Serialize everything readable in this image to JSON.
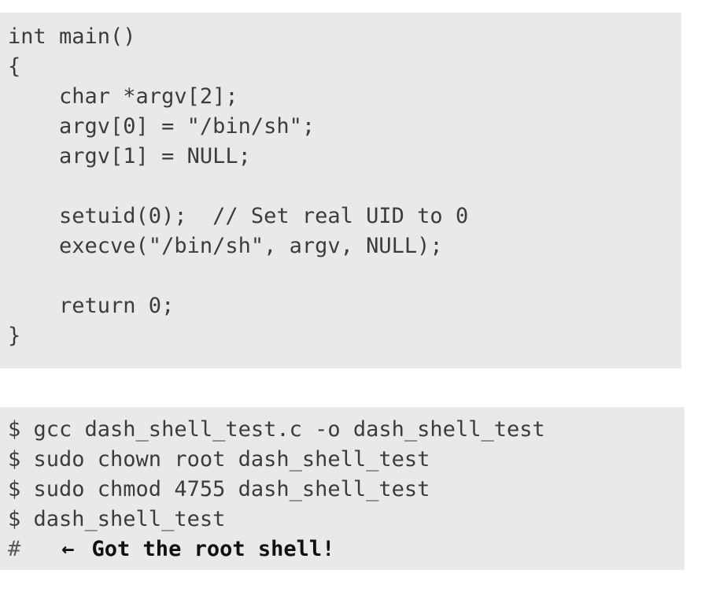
{
  "code_block": {
    "language": "c",
    "background_color": "#e9e9e9",
    "text_color": "#3c3c3c",
    "lines": [
      "int main()",
      "{",
      "    char *argv[2];",
      "    argv[0] = \"/bin/sh\";",
      "    argv[1] = NULL;",
      "",
      "    setuid(0);  // Set real UID to 0",
      "    execve(\"/bin/sh\", argv, NULL);",
      "",
      "    return 0;",
      "}"
    ]
  },
  "terminal_block": {
    "background_color": "#e9e9e9",
    "text_color": "#3c3c3c",
    "lines": [
      "$ gcc dash_shell_test.c -o dash_shell_test",
      "$ sudo chown root dash_shell_test",
      "$ sudo chmod 4755 dash_shell_test",
      "$ dash_shell_test"
    ],
    "callout": {
      "prompt": "#",
      "arrow_icon": "left-arrow-icon",
      "arrow_glyph": "←",
      "text": "Got the root shell!",
      "emphasis_color": "#111111"
    }
  }
}
